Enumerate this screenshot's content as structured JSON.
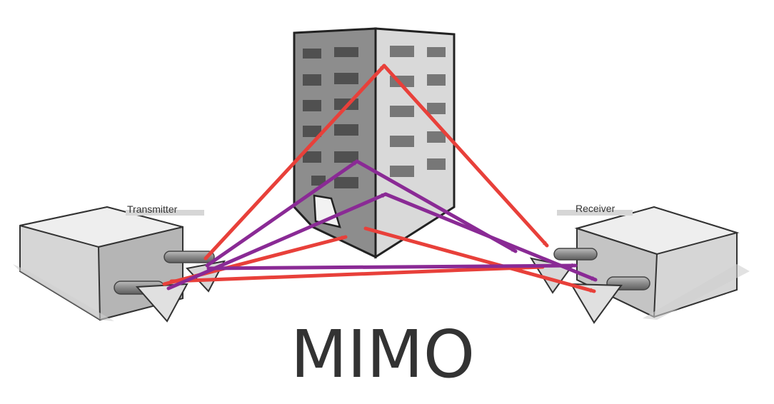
{
  "title": "MIMO",
  "labels": {
    "transmitter": "Transmitter",
    "receiver": "Receiver"
  },
  "colors": {
    "red_path": "#e8403a",
    "purple_path": "#8a2a95",
    "building_dark": "#8d8d8d",
    "building_light": "#d9d9d9",
    "box": "#d6d6d6",
    "title": "#333333"
  },
  "paths": [
    {
      "color": "red"
    },
    {
      "color": "red"
    },
    {
      "color": "red"
    },
    {
      "color": "purple"
    },
    {
      "color": "purple"
    },
    {
      "color": "purple"
    },
    {
      "color": "purple"
    }
  ]
}
